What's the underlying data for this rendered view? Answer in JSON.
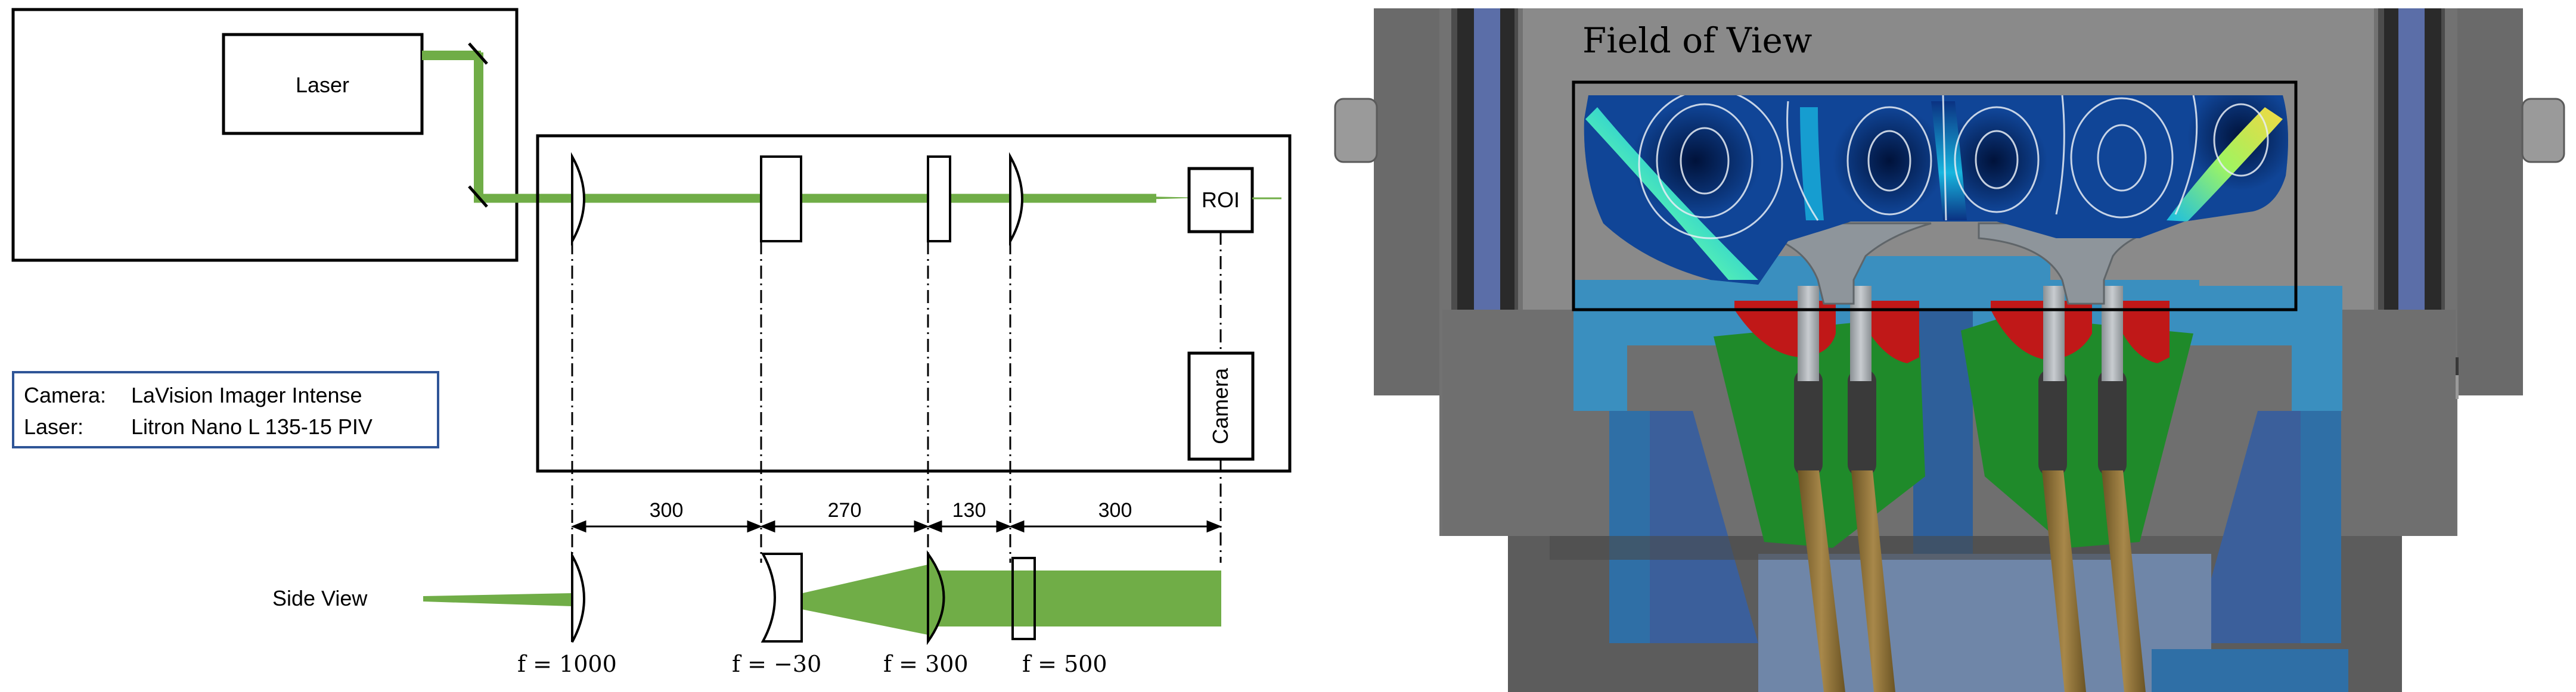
{
  "left_panel": {
    "laser_label": "Laser",
    "roi_label": "ROI",
    "camera_label": "Camera",
    "info": {
      "camera_key": "Camera:",
      "camera_value": "LaVision Imager Intense",
      "laser_key": "Laser:",
      "laser_value": "Litron Nano L 135-15 PIV"
    },
    "distances": [
      "300",
      "270",
      "130",
      "300"
    ],
    "side_view_label": "Side View",
    "focal_lengths": [
      "f = 1000",
      "f = −30",
      "f = 300",
      "f = 500"
    ]
  },
  "right_panel": {
    "field_of_view_label": "Field of View"
  },
  "colors": {
    "beam": "#70ad47",
    "frame_stroke": "#000000",
    "info_border": "#2f5597",
    "engine_gray": "#6e6e6e",
    "head_blue": "#3a8fbf",
    "valve_green": "#1f8a2a",
    "valve_red": "#c01818",
    "flow_dark": "#00123a",
    "flow_cyan": "#19c3e8"
  }
}
